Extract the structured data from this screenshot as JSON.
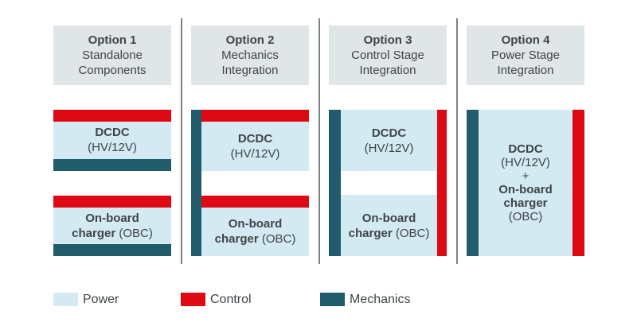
{
  "palette": {
    "power": "#d3eaf2",
    "control": "#de0913",
    "mechanics": "#205c6b",
    "header_bg": "#e0e5e8",
    "text": "#3f4448",
    "divider": "#7d8285"
  },
  "columns": [
    {
      "title": "Option 1",
      "subtitle": "Standalone Components",
      "groups": [
        {
          "block": "dcdc",
          "label_lines": [
            [
              {
                "t": "DCDC",
                "b": true
              }
            ],
            [
              {
                "t": "(HV/12V)",
                "b": false
              }
            ]
          ]
        },
        {
          "block": "obc",
          "label_lines": [
            [
              {
                "t": "On-board",
                "b": true
              }
            ],
            [
              {
                "t": "charger",
                "b": true
              },
              {
                "t": " (OBC)",
                "b": false
              }
            ]
          ]
        }
      ]
    },
    {
      "title": "Option 2",
      "subtitle": "Mechanics Integration",
      "groups": [
        {
          "block": "dcdc",
          "label_lines": [
            [
              {
                "t": "DCDC",
                "b": true
              }
            ],
            [
              {
                "t": "(HV/12V)",
                "b": false
              }
            ]
          ]
        },
        {
          "block": "obc",
          "label_lines": [
            [
              {
                "t": "On-board",
                "b": true
              }
            ],
            [
              {
                "t": "charger",
                "b": true
              },
              {
                "t": " (OBC)",
                "b": false
              }
            ]
          ]
        }
      ]
    },
    {
      "title": "Option 3",
      "subtitle": "Control Stage Integration",
      "groups": [
        {
          "block": "dcdc",
          "label_lines": [
            [
              {
                "t": "DCDC",
                "b": true
              }
            ],
            [
              {
                "t": "(HV/12V)",
                "b": false
              }
            ]
          ]
        },
        {
          "block": "obc",
          "label_lines": [
            [
              {
                "t": "On-board",
                "b": true
              }
            ],
            [
              {
                "t": "charger",
                "b": true
              },
              {
                "t": " (OBC)",
                "b": false
              }
            ]
          ]
        }
      ]
    },
    {
      "title": "Option 4",
      "subtitle": "Power Stage Integration",
      "groups": [
        {
          "block": "dcdc-obc-combined",
          "label_lines": [
            [
              {
                "t": "DCDC",
                "b": true
              }
            ],
            [
              {
                "t": "(HV/12V)",
                "b": false
              }
            ],
            [
              {
                "t": "+",
                "b": false
              }
            ],
            [
              {
                "t": "On-board",
                "b": true
              }
            ],
            [
              {
                "t": "charger",
                "b": true
              }
            ],
            [
              {
                "t": "(OBC)",
                "b": false
              }
            ]
          ]
        }
      ]
    }
  ],
  "legend": [
    {
      "label": "Power",
      "color": "power"
    },
    {
      "label": "Control",
      "color": "control"
    },
    {
      "label": "Mechanics",
      "color": "mechanics"
    }
  ]
}
